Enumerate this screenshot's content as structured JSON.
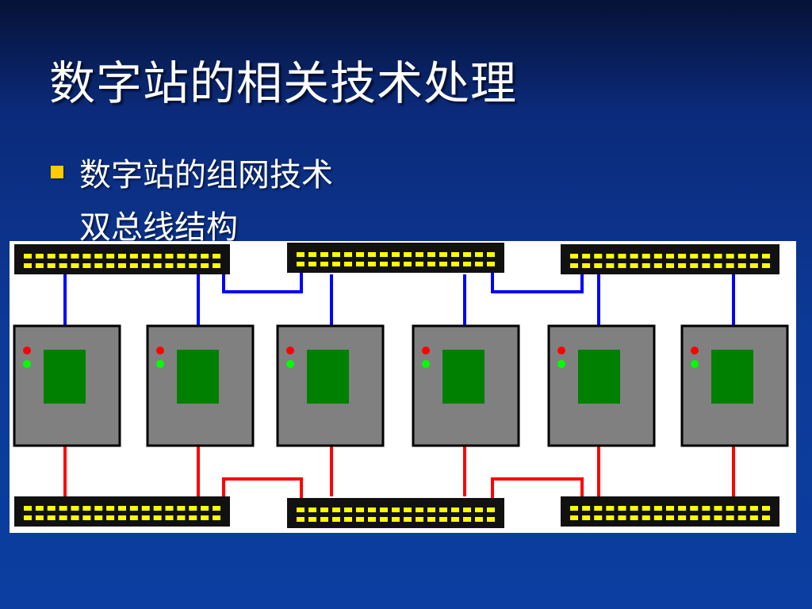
{
  "slide": {
    "title": "数字站的相关技术处理",
    "bullet": "数字站的组网技术",
    "subtext": "双总线结构"
  },
  "colors": {
    "bus_body": "#111111",
    "bus_port": "#ffff00",
    "device_body": "#808080",
    "device_screen": "#008000",
    "led_red": "#ff0000",
    "led_green": "#00ff00",
    "link_top": "#0000ff",
    "link_bottom": "#ff0000"
  },
  "diagram": {
    "name": "dual-bus-topology",
    "devices": 6,
    "top_bus_segments": 3,
    "bottom_bus_segments": 3
  }
}
